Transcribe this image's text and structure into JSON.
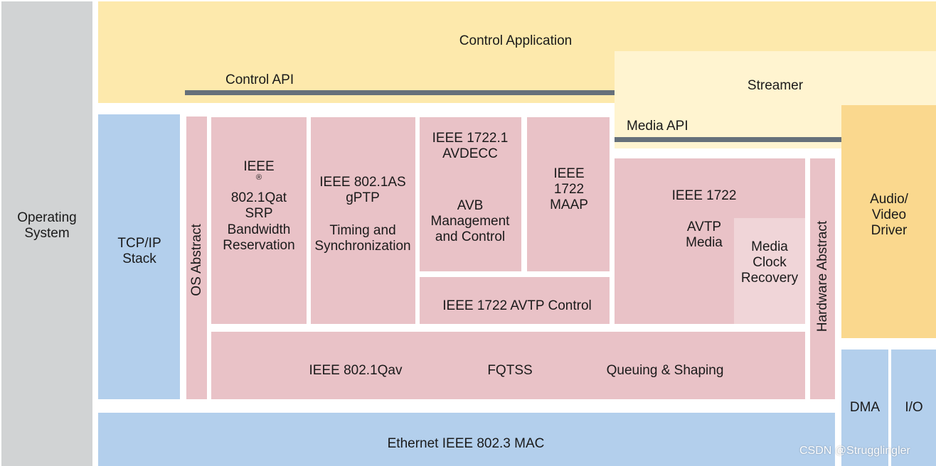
{
  "operating_system": {
    "lines": [
      "Operating",
      "System"
    ]
  },
  "control_application": {
    "label": "Control Application"
  },
  "control_api": {
    "label": "Control API"
  },
  "streamer": {
    "label": "Streamer"
  },
  "media_api": {
    "label": "Media API"
  },
  "audio_video_driver": {
    "lines": [
      "Audio/",
      "Video",
      "Driver"
    ]
  },
  "tcpip_stack": {
    "lines": [
      "TCP/IP",
      "Stack"
    ]
  },
  "os_abstract": {
    "label": "OS Abstract"
  },
  "srp": {
    "lines_top_prefix": "IEEE",
    "registered": "®",
    "lines_top_suffix": " 802.1Qat",
    "line2": "SRP",
    "lines_desc": [
      "Bandwidth",
      "Reservation"
    ]
  },
  "gptp": {
    "lines": [
      "IEEE 802.1AS",
      "gPTP"
    ],
    "lines_desc": [
      "Timing and",
      "Synchronization"
    ]
  },
  "avdecc": {
    "lines": [
      "IEEE 1722.1",
      "AVDECC"
    ],
    "lines_desc": [
      "AVB",
      "Management",
      "and Control"
    ]
  },
  "maap": {
    "lines": [
      "IEEE",
      "1722",
      "MAAP"
    ]
  },
  "avtp_control": {
    "label": "IEEE 1722 AVTP Control"
  },
  "avtp_media": {
    "title": "IEEE 1722",
    "lines": [
      "AVTP",
      "Media"
    ]
  },
  "media_clock_recovery": {
    "lines": [
      "Media",
      "Clock",
      "Recovery"
    ]
  },
  "hardware_abstract": {
    "label": "Hardware Abstract"
  },
  "fqtss": {
    "label1": "IEEE 802.1Qav",
    "label2": "FQTSS",
    "label3": "Queuing & Shaping"
  },
  "ethernet_mac": {
    "label": "Ethernet IEEE 802.3 MAC"
  },
  "dma": {
    "label": "DMA"
  },
  "io": {
    "label": "I/O"
  },
  "watermark": {
    "label": "CSDN @Strugglingler"
  }
}
